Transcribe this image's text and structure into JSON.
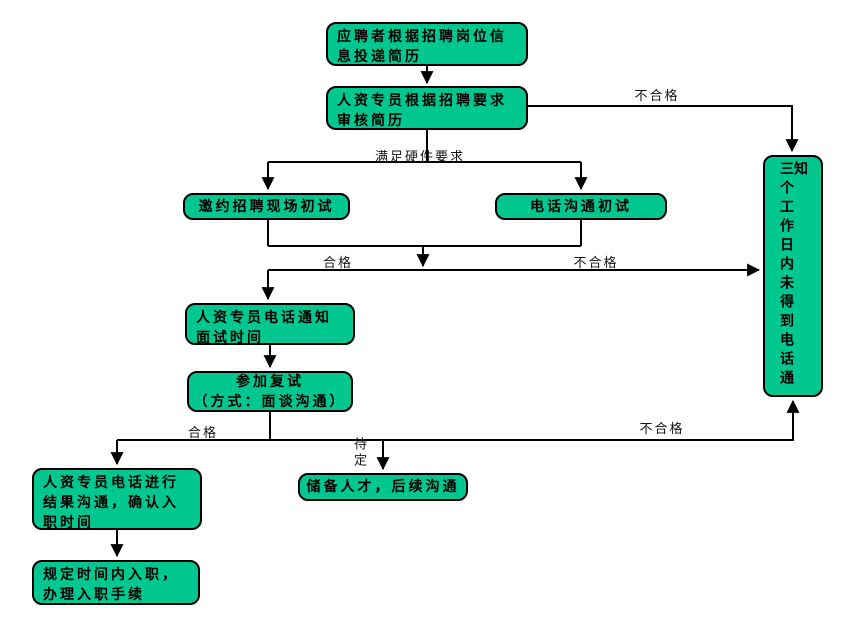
{
  "colors": {
    "box_fill": "#00C78F",
    "box_border": "#000000",
    "line": "#000000",
    "page_bg": "#FFFFFF"
  },
  "nodes": {
    "apply": {
      "text": "应聘者根据招聘岗位信息投递简历"
    },
    "review": {
      "text": "人资专员根据招聘要求审核简历"
    },
    "onsite_interview": {
      "text": "邀约招聘现场初试"
    },
    "phone_interview": {
      "text": "电话沟通初试"
    },
    "notify_time": {
      "text": "人资专员电话通知面试时间"
    },
    "second_interview": {
      "line1": "参加复试",
      "line2": "（方式：面谈沟通）"
    },
    "result_communication": {
      "text": "人资专员电话进行结果沟通，确认入职时间"
    },
    "reserve_talent": {
      "text": "储备人才，后续沟通"
    },
    "onboarding": {
      "text": "规定时间内入职，办理入职手续"
    },
    "no_notice": {
      "text": "三个工作日内未得到电话通知"
    }
  },
  "edge_labels": {
    "reject_top": "不合格",
    "meets_requirements": "满足硬件要求",
    "pass_1": "合格",
    "reject_mid": "不合格",
    "pass_2": "合格",
    "pending": "待定",
    "reject_bottom": "不合格"
  }
}
